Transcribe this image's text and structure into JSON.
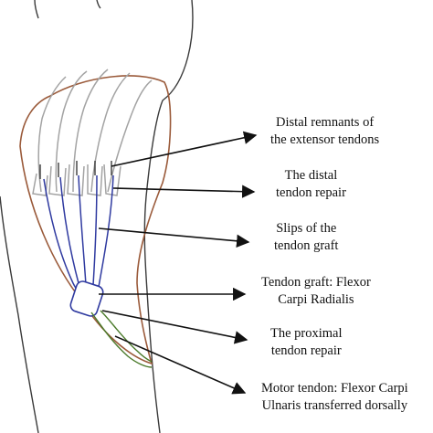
{
  "colors": {
    "outline": "#9a5a3a",
    "finger": "#a3a3a3",
    "graft": "#2f3aa0",
    "motor": "#4a7a2a",
    "sketch": "#3a3a3a",
    "arrow": "#111111"
  },
  "labels": {
    "distal_remnants": {
      "line1": "Distal remnants of",
      "line2": "the extensor tendons"
    },
    "distal_repair": {
      "line1": "The distal",
      "line2": "tendon repair"
    },
    "slips": {
      "line1": "Slips of the",
      "line2": "tendon graft"
    },
    "graft": {
      "line1": "Tendon graft: Flexor",
      "line2": "Carpi Radialis"
    },
    "proximal_repair": {
      "line1": "The proximal",
      "line2": "tendon repair"
    },
    "motor": {
      "line1": "Motor tendon: Flexor Carpi",
      "line2": "Ulnaris transferred dorsally"
    }
  }
}
